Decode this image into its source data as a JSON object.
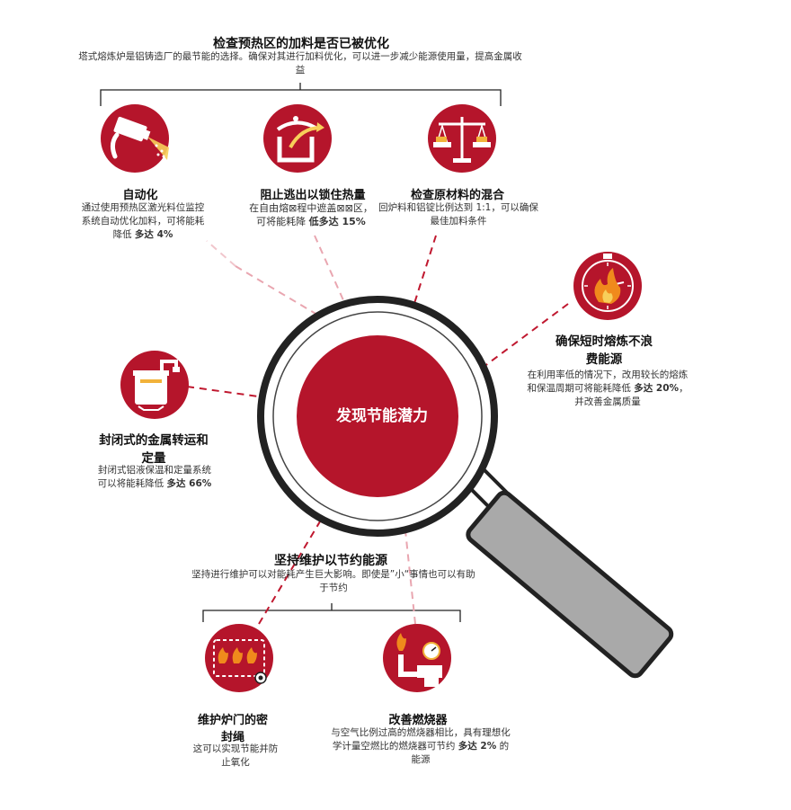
{
  "center": {
    "label": "发现节能潜力"
  },
  "preheat": {
    "title": "检查预热区的加料是否已被优化",
    "desc": "塔式熔炼炉是铝铸造厂的最节能的选择。确保对其进行加料优化，可以进一步减少能源使用量，提高金属收益"
  },
  "automation": {
    "title": "自动化",
    "desc": "通过使用预热区激光料位监控系统自动优化加料，可将能耗降低",
    "highlight": "多达 4%"
  },
  "heat_loss": {
    "title": "阻止逃出以锁住热量",
    "desc": "在自由熔⊠程中遮盖⊠⊠区，可将能耗降",
    "highlight": "低多达 15%"
  },
  "raw_material": {
    "title": "检查原材料的混合",
    "desc": "回炉料和铝锭比例达到 1:1，可以确保最佳加料条件"
  },
  "short_melt": {
    "title": "确保短时熔炼不浪费能源",
    "desc": "在利用率低的情况下，改用较长的熔炼和保温周期可将能耗降低",
    "highlight": "多达 20%",
    "desc_tail": "，并改善金属质量"
  },
  "closed_transfer": {
    "title": "封闭式的金属转运和定量",
    "desc": "封闭式铝液保温和定量系统可以将能耗降低",
    "highlight": "多达 66%"
  },
  "maintenance": {
    "title": "坚持维护以节约能源",
    "desc": "坚持进行维护可以对能耗产生巨大影响。即使是”小“事情也可以有助于节约"
  },
  "door_seal": {
    "title": "维护炉门的密封绳",
    "desc": "这可以实现节能并防止氧化"
  },
  "burner": {
    "title": "改善燃烧器",
    "desc": "与空气比例过高的燃烧器相比，具有理想化学计量空燃比的燃烧器可节约",
    "highlight": "多达 2%",
    "desc_tail": " 的能源"
  },
  "colors": {
    "accent": "#b5152b",
    "dash": "#c0182f",
    "handle": "#a9a9a9",
    "outline": "#222222"
  },
  "icons": [
    "laser-camera-icon",
    "pot-heat-icon",
    "balance-scale-icon",
    "stopwatch-flame-icon",
    "holding-furnace-icon",
    "door-flames-icon",
    "burner-icon",
    "magnifier-icon"
  ]
}
